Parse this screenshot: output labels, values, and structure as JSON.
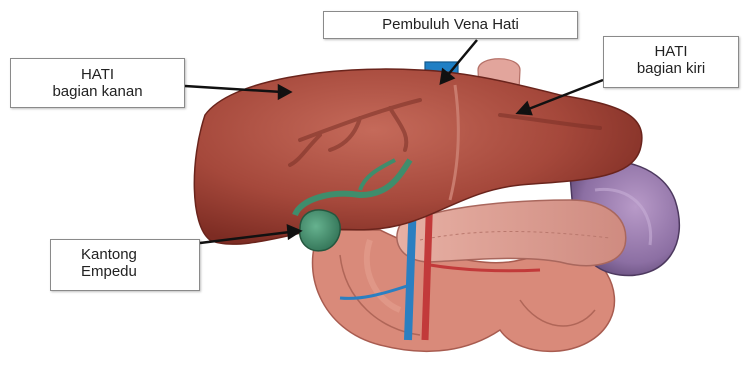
{
  "labels": {
    "right_lobe": {
      "line1": "HATI",
      "line2": "bagian kanan"
    },
    "hepatic_vein": {
      "line1": "Pembuluh Vena Hati"
    },
    "left_lobe": {
      "line1": "HATI",
      "line2": "bagian kiri"
    },
    "gallbladder": {
      "line1": "Kantong",
      "line2": "Empedu"
    }
  },
  "colors": {
    "liver": "#a5483b",
    "liver_dark": "#7d2c23",
    "gallbladder": "#3f8d6c",
    "vein": "#1f7fc4",
    "aorta": "#d9817a",
    "stomach": "#8c6fa3",
    "pancreas": "#d4958a",
    "intestine": "#d98a7a"
  }
}
